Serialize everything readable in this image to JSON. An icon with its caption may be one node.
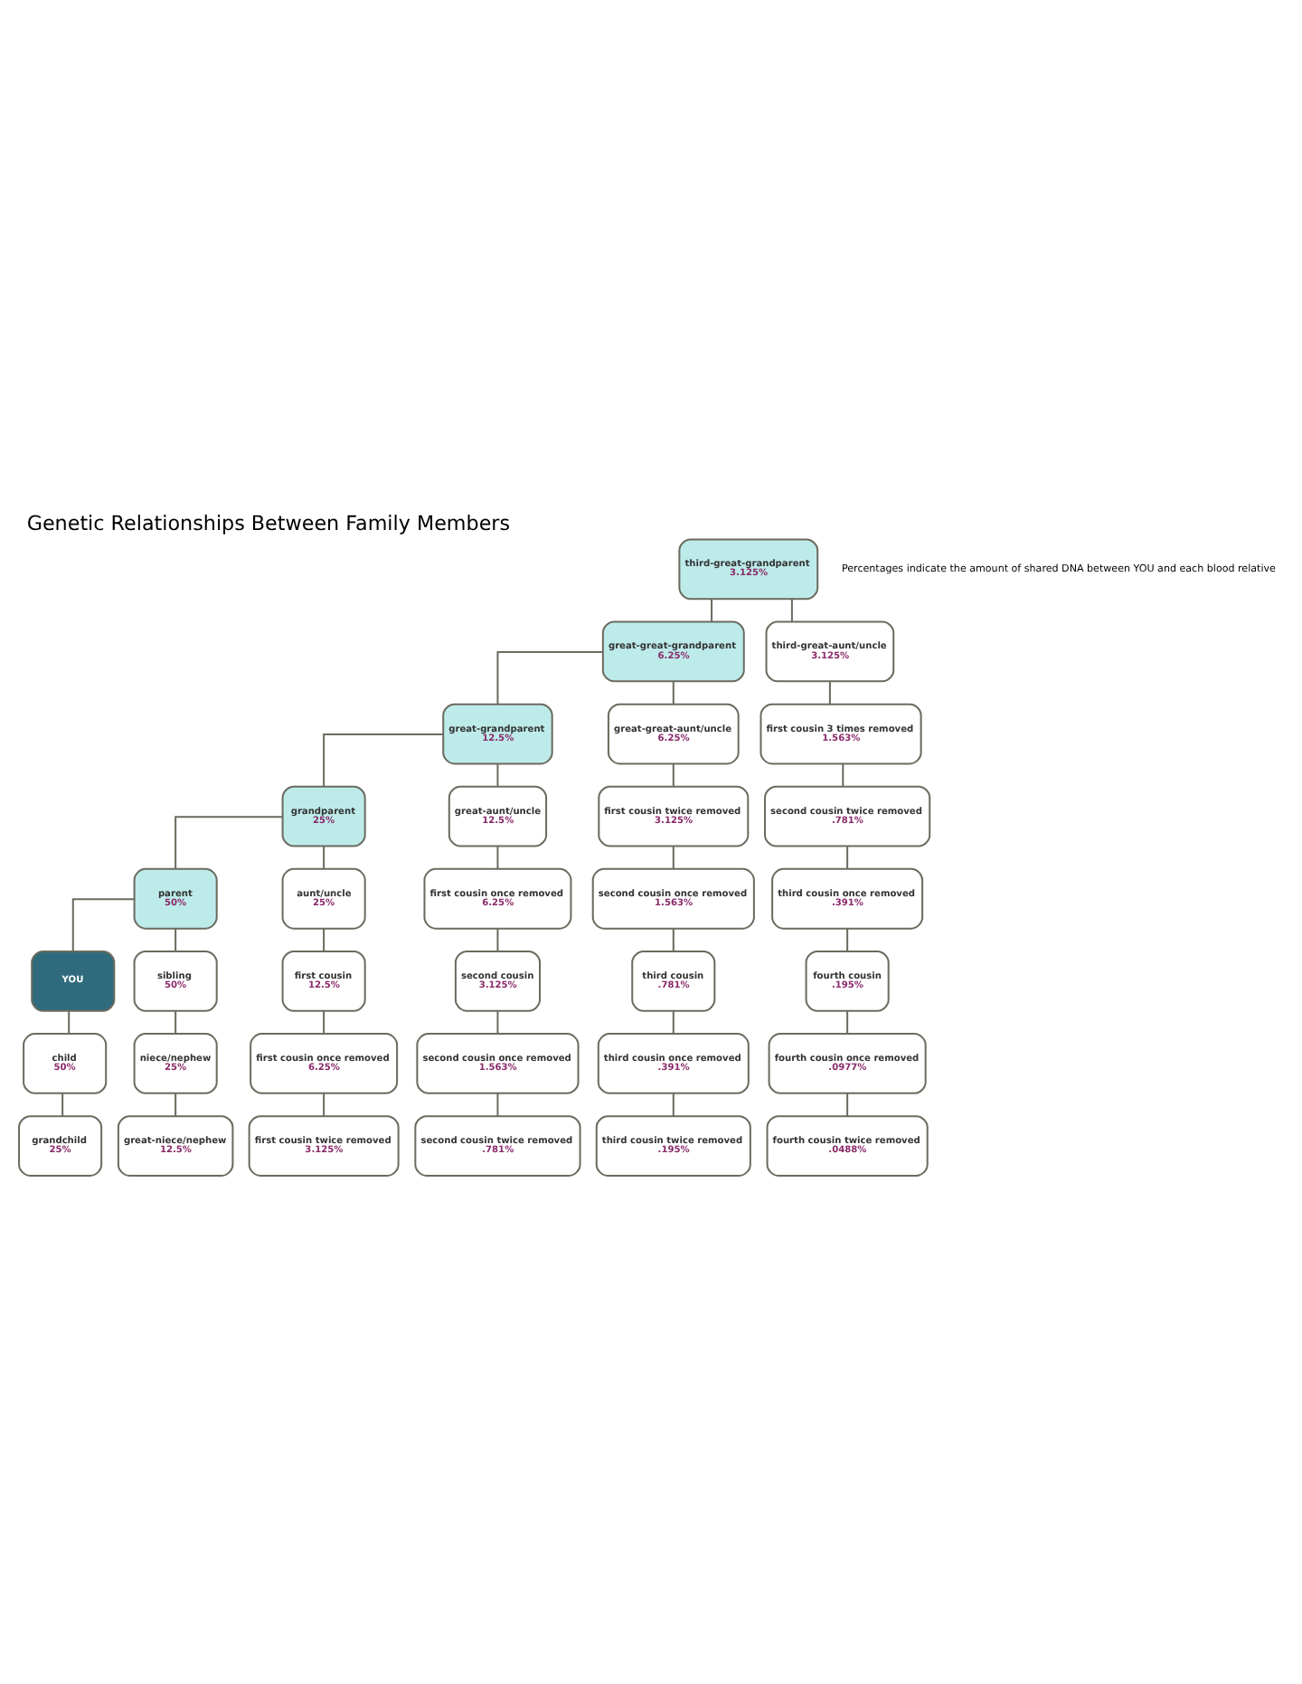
{
  "diagram": {
    "title": "Genetic Relationships Between Family Members",
    "nodes": [
      {
        "text": [
          "third-great-grandparent",
          "3.125%"
        ]
      },
      {
        "text": [
          "great-great-grandparent",
          "6.25%"
        ]
      },
      {
        "text": [
          "third-great-aunt/uncle",
          "3.125%"
        ]
      },
      {
        "text": [
          "great-grandparent",
          "12.5%"
        ]
      },
      {
        "text": [
          "great-great-aunt/uncle",
          "6.25%"
        ]
      },
      {
        "text": [
          "first cousin 3 times removed",
          "1.563%"
        ]
      },
      {
        "text": [
          "grandparent",
          "25%"
        ]
      },
      {
        "text": [
          "great-aunt/uncle",
          "12.5%"
        ]
      },
      {
        "text": [
          "first cousin twice removed",
          "3.125%"
        ]
      },
      {
        "text": [
          "second cousin twice removed",
          ".781%"
        ]
      },
      {
        "text": [
          "parent",
          "50%"
        ]
      },
      {
        "text": [
          "aunt/uncle",
          "25%"
        ]
      },
      {
        "text": [
          "first cousin once removed",
          "6.25%"
        ]
      },
      {
        "text": [
          "second cousin once removed",
          "1.563%"
        ]
      },
      {
        "text": [
          "third cousin once removed",
          ".391%"
        ]
      },
      {
        "text": [
          "YOU"
        ]
      },
      {
        "text": [
          "sibling",
          "50%"
        ]
      },
      {
        "text": [
          "first cousin",
          "12.5%"
        ]
      },
      {
        "text": [
          "second cousin",
          "3.125%"
        ]
      },
      {
        "text": [
          "third cousin",
          ".781%"
        ]
      },
      {
        "text": [
          "fourth cousin",
          ".195%"
        ]
      },
      {
        "text": [
          "child",
          "50%"
        ]
      },
      {
        "text": [
          "niece/nephew",
          "25%"
        ]
      },
      {
        "text": [
          "first cousin once removed",
          "6.25%"
        ]
      },
      {
        "text": [
          "second cousin once removed",
          "1.563%"
        ]
      },
      {
        "text": [
          "third cousin once removed",
          ".391%"
        ]
      },
      {
        "text": [
          "fourth cousin once removed",
          ".0977%"
        ]
      },
      {
        "text": [
          "grandchild",
          "25%"
        ]
      },
      {
        "text": [
          "great-niece/nephew",
          "12.5%"
        ]
      },
      {
        "text": [
          "first cousin twice removed",
          "3.125%"
        ]
      },
      {
        "text": [
          "second cousin twice removed",
          ".781%"
        ]
      },
      {
        "text": [
          "third cousin twice removed",
          ".195%"
        ]
      },
      {
        "text": [
          "fourth cousin twice removed",
          ".0488%"
        ]
      }
    ],
    "edges": [
      {
        "from": 0,
        "to": 1,
        "arrow": "none"
      },
      {
        "from": 0,
        "to": 2,
        "arrow": "none"
      },
      {
        "from": 1,
        "to": 3,
        "arrow": "none"
      },
      {
        "from": 1,
        "to": 4,
        "arrow": "none"
      },
      {
        "from": 2,
        "to": 5,
        "arrow": "none"
      },
      {
        "from": 3,
        "to": 6,
        "arrow": "none"
      },
      {
        "from": 3,
        "to": 7,
        "arrow": "none"
      },
      {
        "from": 4,
        "to": 8,
        "arrow": "none"
      },
      {
        "from": 5,
        "to": 9,
        "arrow": "none"
      },
      {
        "from": 6,
        "to": 10,
        "arrow": "none"
      },
      {
        "from": 6,
        "to": 11,
        "arrow": "none"
      },
      {
        "from": 7,
        "to": 12,
        "arrow": "none"
      },
      {
        "from": 8,
        "to": 13,
        "arrow": "none"
      },
      {
        "from": 9,
        "to": 14,
        "arrow": "none"
      },
      {
        "from": 10,
        "to": 15,
        "arrow": "none"
      },
      {
        "from": 10,
        "to": 16,
        "arrow": "none"
      },
      {
        "from": 11,
        "to": 17,
        "arrow": "none"
      },
      {
        "from": 12,
        "to": 18,
        "arrow": "none"
      },
      {
        "from": 13,
        "to": 19,
        "arrow": "none"
      },
      {
        "from": 14,
        "to": 20,
        "arrow": "none"
      },
      {
        "from": 15,
        "to": 21,
        "arrow": "none"
      },
      {
        "from": 16,
        "to": 22,
        "arrow": "none"
      },
      {
        "from": 17,
        "to": 23,
        "arrow": "none"
      },
      {
        "from": 18,
        "to": 24,
        "arrow": "none"
      },
      {
        "from": 19,
        "to": 25,
        "arrow": "none"
      },
      {
        "from": 20,
        "to": 26,
        "arrow": "none"
      },
      {
        "from": 21,
        "to": 27,
        "arrow": "none"
      },
      {
        "from": 22,
        "to": 28,
        "arrow": "none"
      },
      {
        "from": 23,
        "to": 29,
        "arrow": "none"
      },
      {
        "from": 24,
        "to": 30,
        "arrow": "none"
      },
      {
        "from": 25,
        "to": 31,
        "arrow": "none"
      },
      {
        "from": 26,
        "to": 32,
        "arrow": "none"
      }
    ],
    "labels": [
      "Percentages indicate the amount of shared DNA between YOU and each blood relative"
    ]
  }
}
